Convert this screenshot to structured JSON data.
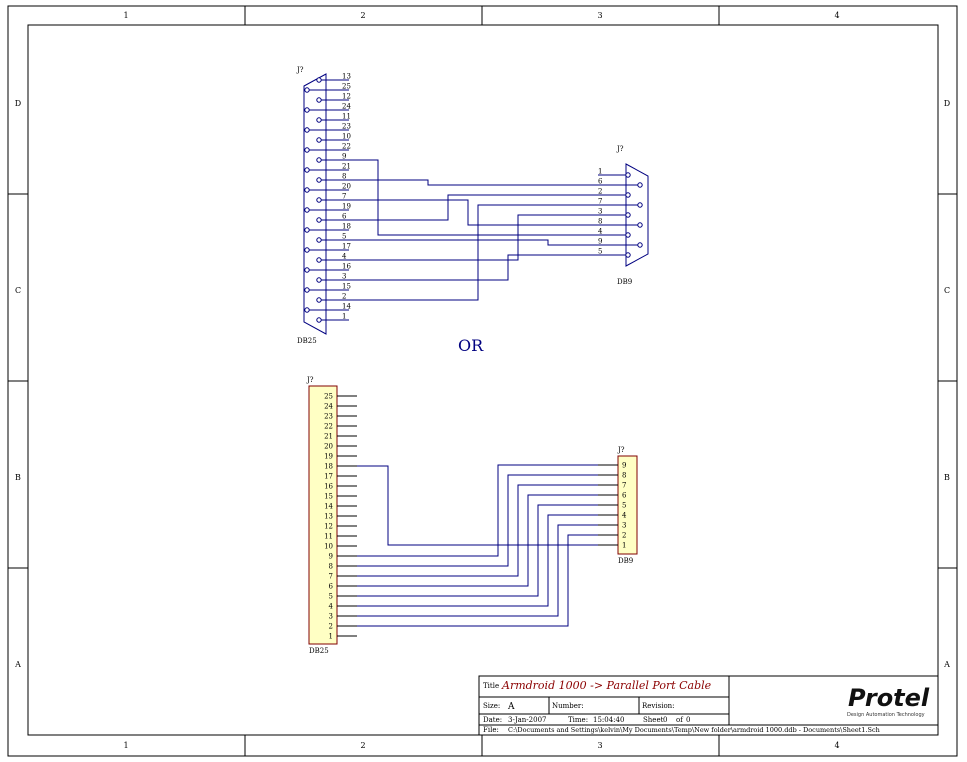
{
  "colors": {
    "wire": "#000080",
    "border": "#000000",
    "header_fill": "#ffffc4",
    "header_stroke": "#800000",
    "title_text": "#8b0000"
  },
  "zones": {
    "columns": [
      "1",
      "2",
      "3",
      "4"
    ],
    "rows": [
      "D",
      "C",
      "B",
      "A"
    ]
  },
  "top_db25": {
    "designator": "J?",
    "label": "DB25",
    "pins": [
      "13",
      "25",
      "12",
      "24",
      "11",
      "23",
      "10",
      "22",
      "9",
      "21",
      "8",
      "20",
      "7",
      "19",
      "6",
      "18",
      "5",
      "17",
      "4",
      "16",
      "3",
      "15",
      "2",
      "14",
      "1"
    ]
  },
  "top_db9": {
    "designator": "J?",
    "label": "DB9",
    "pins": [
      "1",
      "6",
      "2",
      "7",
      "3",
      "8",
      "4",
      "9",
      "5"
    ]
  },
  "or_label": "OR",
  "bottom_db25": {
    "designator": "J?",
    "label": "DB25",
    "pins": [
      "25",
      "24",
      "23",
      "22",
      "21",
      "20",
      "19",
      "18",
      "17",
      "16",
      "15",
      "14",
      "13",
      "12",
      "11",
      "10",
      "9",
      "8",
      "7",
      "6",
      "5",
      "4",
      "3",
      "2",
      "1"
    ]
  },
  "bottom_db9": {
    "designator": "J?",
    "label": "DB9",
    "pins": [
      "9",
      "8",
      "7",
      "6",
      "5",
      "4",
      "3",
      "2",
      "1"
    ]
  },
  "connections": [
    {
      "db25": "9",
      "db9": "4"
    },
    {
      "db25": "8",
      "db9": "6"
    },
    {
      "db25": "7",
      "db9": "8"
    },
    {
      "db25": "6",
      "db9": "2"
    },
    {
      "db25": "5",
      "db9": "9"
    },
    {
      "db25": "4",
      "db9": "3"
    },
    {
      "db25": "3",
      "db9": "5"
    },
    {
      "db25": "2",
      "db9": "7"
    }
  ],
  "title_block": {
    "title_label": "Title",
    "title": "Armdroid 1000 -> Parallel Port Cable",
    "size_label": "Size:",
    "size": "A",
    "number_label": "Number:",
    "revision_label": "Revision:",
    "date_label": "Date:",
    "date": "3-Jan-2007",
    "time_label": "Time:",
    "time": "15:04:40",
    "sheet_label": "Sheet",
    "sheet": "0",
    "of_label": "of",
    "of": "0",
    "file_label": "File:",
    "file": "C:\\Documents and Settings\\kelvin\\My Documents\\Temp\\New folder\\armdroid 1000.ddb - Documents\\Sheet1.Sch",
    "logo": "Protel",
    "logo_tagline": "Design Automation Technology"
  }
}
